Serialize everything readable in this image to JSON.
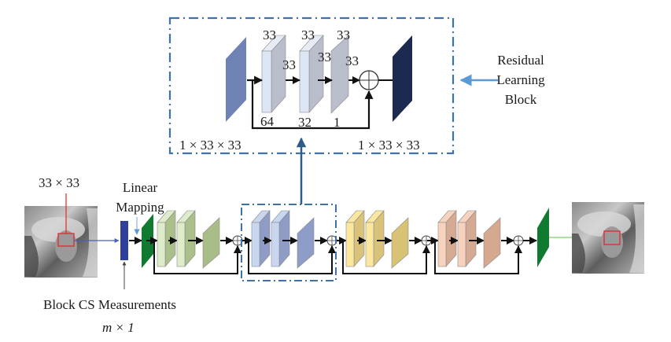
{
  "residual_block_detail": {
    "title_lines": [
      "Residual",
      "Learning",
      "Block"
    ],
    "input_dim": "1 × 33 × 33",
    "output_dim": "1 × 33 × 33",
    "layers": [
      {
        "height": "33",
        "width": "33",
        "channels": "64"
      },
      {
        "height": "33",
        "width": "33",
        "channels": "32"
      },
      {
        "height": "33",
        "width": "33",
        "channels": "1"
      }
    ],
    "colors": {
      "input": "#6f82b4",
      "output": "#1c2a50",
      "front": "#dce6f6",
      "side": "#b9bdcc",
      "frame": "#3f72a8"
    }
  },
  "pipeline": {
    "input_patch_label": "33 × 33",
    "linear_mapping_label_lines": [
      "Linear",
      "Mapping"
    ],
    "measurement_label": "Block CS Measurements",
    "measurement_dim": "m × 1",
    "blocks": [
      {
        "name": "block-1",
        "front": "#dfeccb",
        "side": "#aabf8a",
        "thin": "#a8bd87"
      },
      {
        "name": "block-2",
        "front": "#c9d6f0",
        "side": "#8f9cc6",
        "thin": "#8e9cc8"
      },
      {
        "name": "block-3",
        "front": "#fbe7a0",
        "side": "#d9c27a",
        "thin": "#d8c273"
      },
      {
        "name": "block-4",
        "front": "#f7d3bf",
        "side": "#d6aa92",
        "thin": "#d5a890"
      }
    ],
    "colors": {
      "measurement": "#2f3f9b",
      "feature_map": "#0f7a30",
      "input_arrow": "#4a5fc1",
      "output_line": "#7ccf6a",
      "patch_box": "#e0282e"
    }
  }
}
